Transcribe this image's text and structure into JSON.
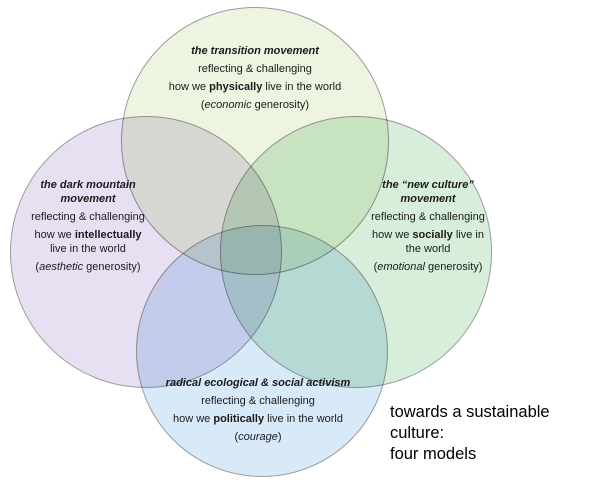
{
  "caption": {
    "line1": "towards a sustainable culture:",
    "line2": "four models"
  },
  "circles": [
    {
      "id": "transition-movement",
      "title": "the transition movement",
      "reflect": "reflecting & challenging",
      "how": [
        "how we ",
        "physically",
        " live in the world"
      ],
      "generosity": [
        "(",
        "economic",
        " generosity)"
      ],
      "fill": "#edf4df"
    },
    {
      "id": "dark-mountain-movement",
      "title": "the dark mountain movement",
      "reflect": "reflecting & challenging",
      "how": [
        "how we ",
        "intellectually",
        " live in the world"
      ],
      "generosity": [
        "(",
        "aesthetic",
        " generosity)"
      ],
      "fill": "#e7e0f2"
    },
    {
      "id": "new-culture-movement",
      "title": "the “new culture” movement",
      "reflect": "reflecting & challenging",
      "how": [
        "how we ",
        "socially",
        " live in the world"
      ],
      "generosity": [
        "(",
        "emotional",
        " generosity)"
      ],
      "fill": "#d7eedb"
    },
    {
      "id": "radical-activism",
      "title": "radical ecological & social activism",
      "reflect": "reflecting & challenging",
      "how": [
        "how we ",
        "politically",
        " live in the world"
      ],
      "generosity": [
        "(",
        "courage",
        ")"
      ],
      "fill": "#d8e9f7"
    }
  ],
  "colors": {
    "circle_border": "#9b9b9b",
    "text": "#1b1b1b",
    "background": "#ffffff"
  }
}
